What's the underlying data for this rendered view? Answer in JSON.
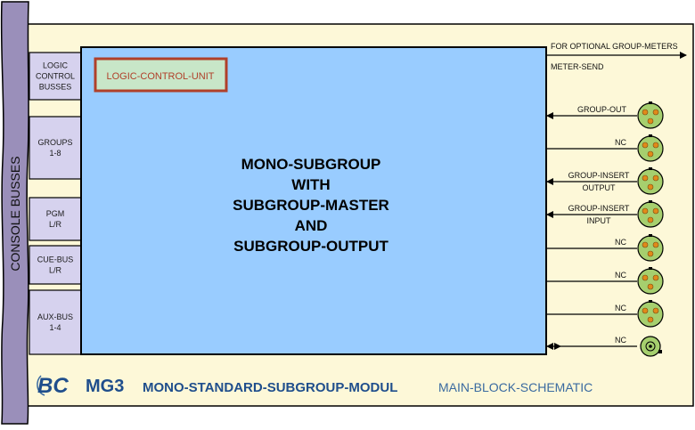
{
  "colors": {
    "panel": "#fdf8d8",
    "console_strip": "#9a8fba",
    "bus_box": "#d6d2ee",
    "main_block": "#99ccff",
    "lcu_fill": "#c8e6c8",
    "lcu_border": "#b0402a",
    "xlr_fill": "#a6cf6e",
    "xlr_pin": "#e08a1a",
    "title_blue": "#1f4e8c",
    "subtitle_blue": "#3a6aa0"
  },
  "console_label": "CONSOLE BUSSES",
  "busses": [
    {
      "line1": "LOGIC",
      "line2": "CONTROL",
      "line3": "BUSSES"
    },
    {
      "line1": "GROUPS",
      "line2": "1-8",
      "line3": ""
    },
    {
      "line1": "PGM",
      "line2": "L/R",
      "line3": ""
    },
    {
      "line1": "CUE-BUS",
      "line2": "L/R",
      "line3": ""
    },
    {
      "line1": "AUX-BUS",
      "line2": "1-4",
      "line3": ""
    }
  ],
  "lcu_label": "LOGIC-CONTROL-UNIT",
  "main_block_lines": [
    "MONO-SUBGROUP",
    "WITH",
    "SUBGROUP-MASTER",
    "AND",
    "SUBGROUP-OUTPUT"
  ],
  "outputs": {
    "optional_meters": "FOR OPTIONAL GROUP-METERS",
    "meter_send": "METER-SEND",
    "signals": [
      {
        "line1": "GROUP-OUT",
        "line2": "",
        "connector": "xlr-icon"
      },
      {
        "line1": "NC",
        "line2": "",
        "connector": "xlr-icon"
      },
      {
        "line1": "GROUP-INSERT",
        "line2": "OUTPUT",
        "connector": "xlr-icon"
      },
      {
        "line1": "GROUP-INSERT",
        "line2": "INPUT",
        "connector": "xlr-icon"
      },
      {
        "line1": "NC",
        "line2": "",
        "connector": "xlr-icon"
      },
      {
        "line1": "NC",
        "line2": "",
        "connector": "xlr-icon"
      },
      {
        "line1": "NC",
        "line2": "",
        "connector": "xlr-icon"
      },
      {
        "line1": "NC",
        "line2": "",
        "connector": "bnc-icon"
      }
    ]
  },
  "footer": {
    "logo": "BC",
    "model": "MG3",
    "module_name": "MONO-STANDARD-SUBGROUP-MODUL",
    "subtitle": "MAIN-BLOCK-SCHEMATIC"
  }
}
